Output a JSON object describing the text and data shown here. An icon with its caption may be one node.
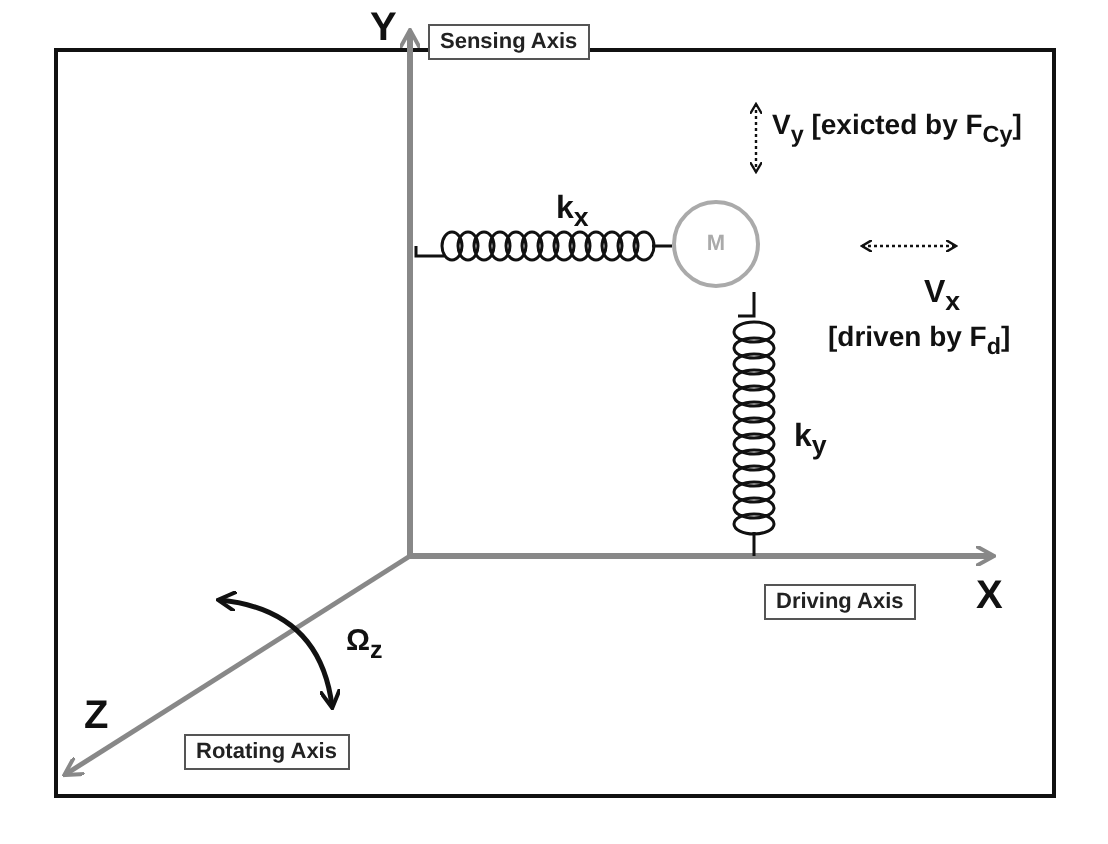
{
  "diagram": {
    "nodes": [
      {
        "text": [
          "M"
        ]
      },
      {
        "text": [
          "Sensing Axis"
        ]
      },
      {
        "text": [
          "Driving Axis"
        ]
      },
      {
        "text": [
          "Rotating Axis"
        ]
      }
    ],
    "labels": [
      "Y",
      "k$_{x}$",
      "V$_{y}$ [exicted by F$_{Cy}$]",
      "V$_{x}$",
      "[driven by F$_{d}$]",
      "k$_{y}$",
      "X",
      "Ω$_{z}$",
      "Z"
    ]
  }
}
